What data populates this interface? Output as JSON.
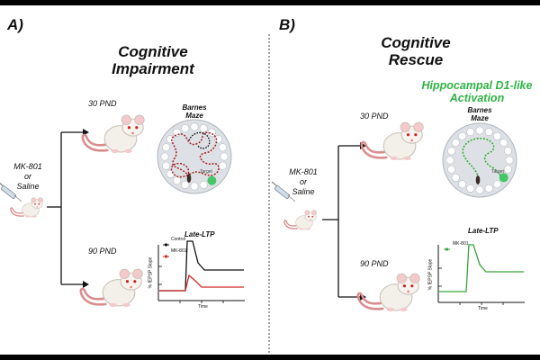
{
  "panel_a": {
    "label": "A)",
    "title_line1": "Cognitive",
    "title_line2": "Impairment",
    "treatment_line1": "MK-801",
    "treatment_line2": "or",
    "treatment_line3": "Saline",
    "age_early": "30 PND",
    "age_late": "90 PND",
    "maze_line1": "Barnes",
    "maze_line2": "Maze",
    "target_label": "Target",
    "ltp_title": "Late-LTP",
    "legend_control": "Control",
    "legend_mk801": "MK-801",
    "y_axis": "% fEPSP Slope",
    "x_axis": "Time"
  },
  "panel_b": {
    "label": "B)",
    "title_line1": "Cognitive",
    "title_line2": "Rescue",
    "activation_line1": "Hippocampal D1-like",
    "activation_line2": "Activation",
    "treatment_line1": "MK-801",
    "treatment_line2": "or",
    "treatment_line3": "Saline",
    "age_early": "30 PND",
    "age_late": "90 PND",
    "maze_line1": "Barnes",
    "maze_line2": "Maze",
    "target_label": "Target",
    "ltp_title": "Late-LTP",
    "legend_mk801": "MK-801",
    "y_axis": "% fEPSP Slope",
    "x_axis": "Time"
  },
  "colors": {
    "control_trace": "#111111",
    "mk801_trace": "#d02a2a",
    "rescue_trace": "#3aa33a",
    "impaired_path": "#b02020",
    "rescued_path": "#33aa33",
    "target_hole": "#44c767",
    "activation_text": "#2fb344",
    "maze_table": "#dde1e5"
  },
  "icons": {
    "rat": "rat-icon",
    "syringe": "syringe-icon",
    "maze": "barnes-maze-icon"
  }
}
